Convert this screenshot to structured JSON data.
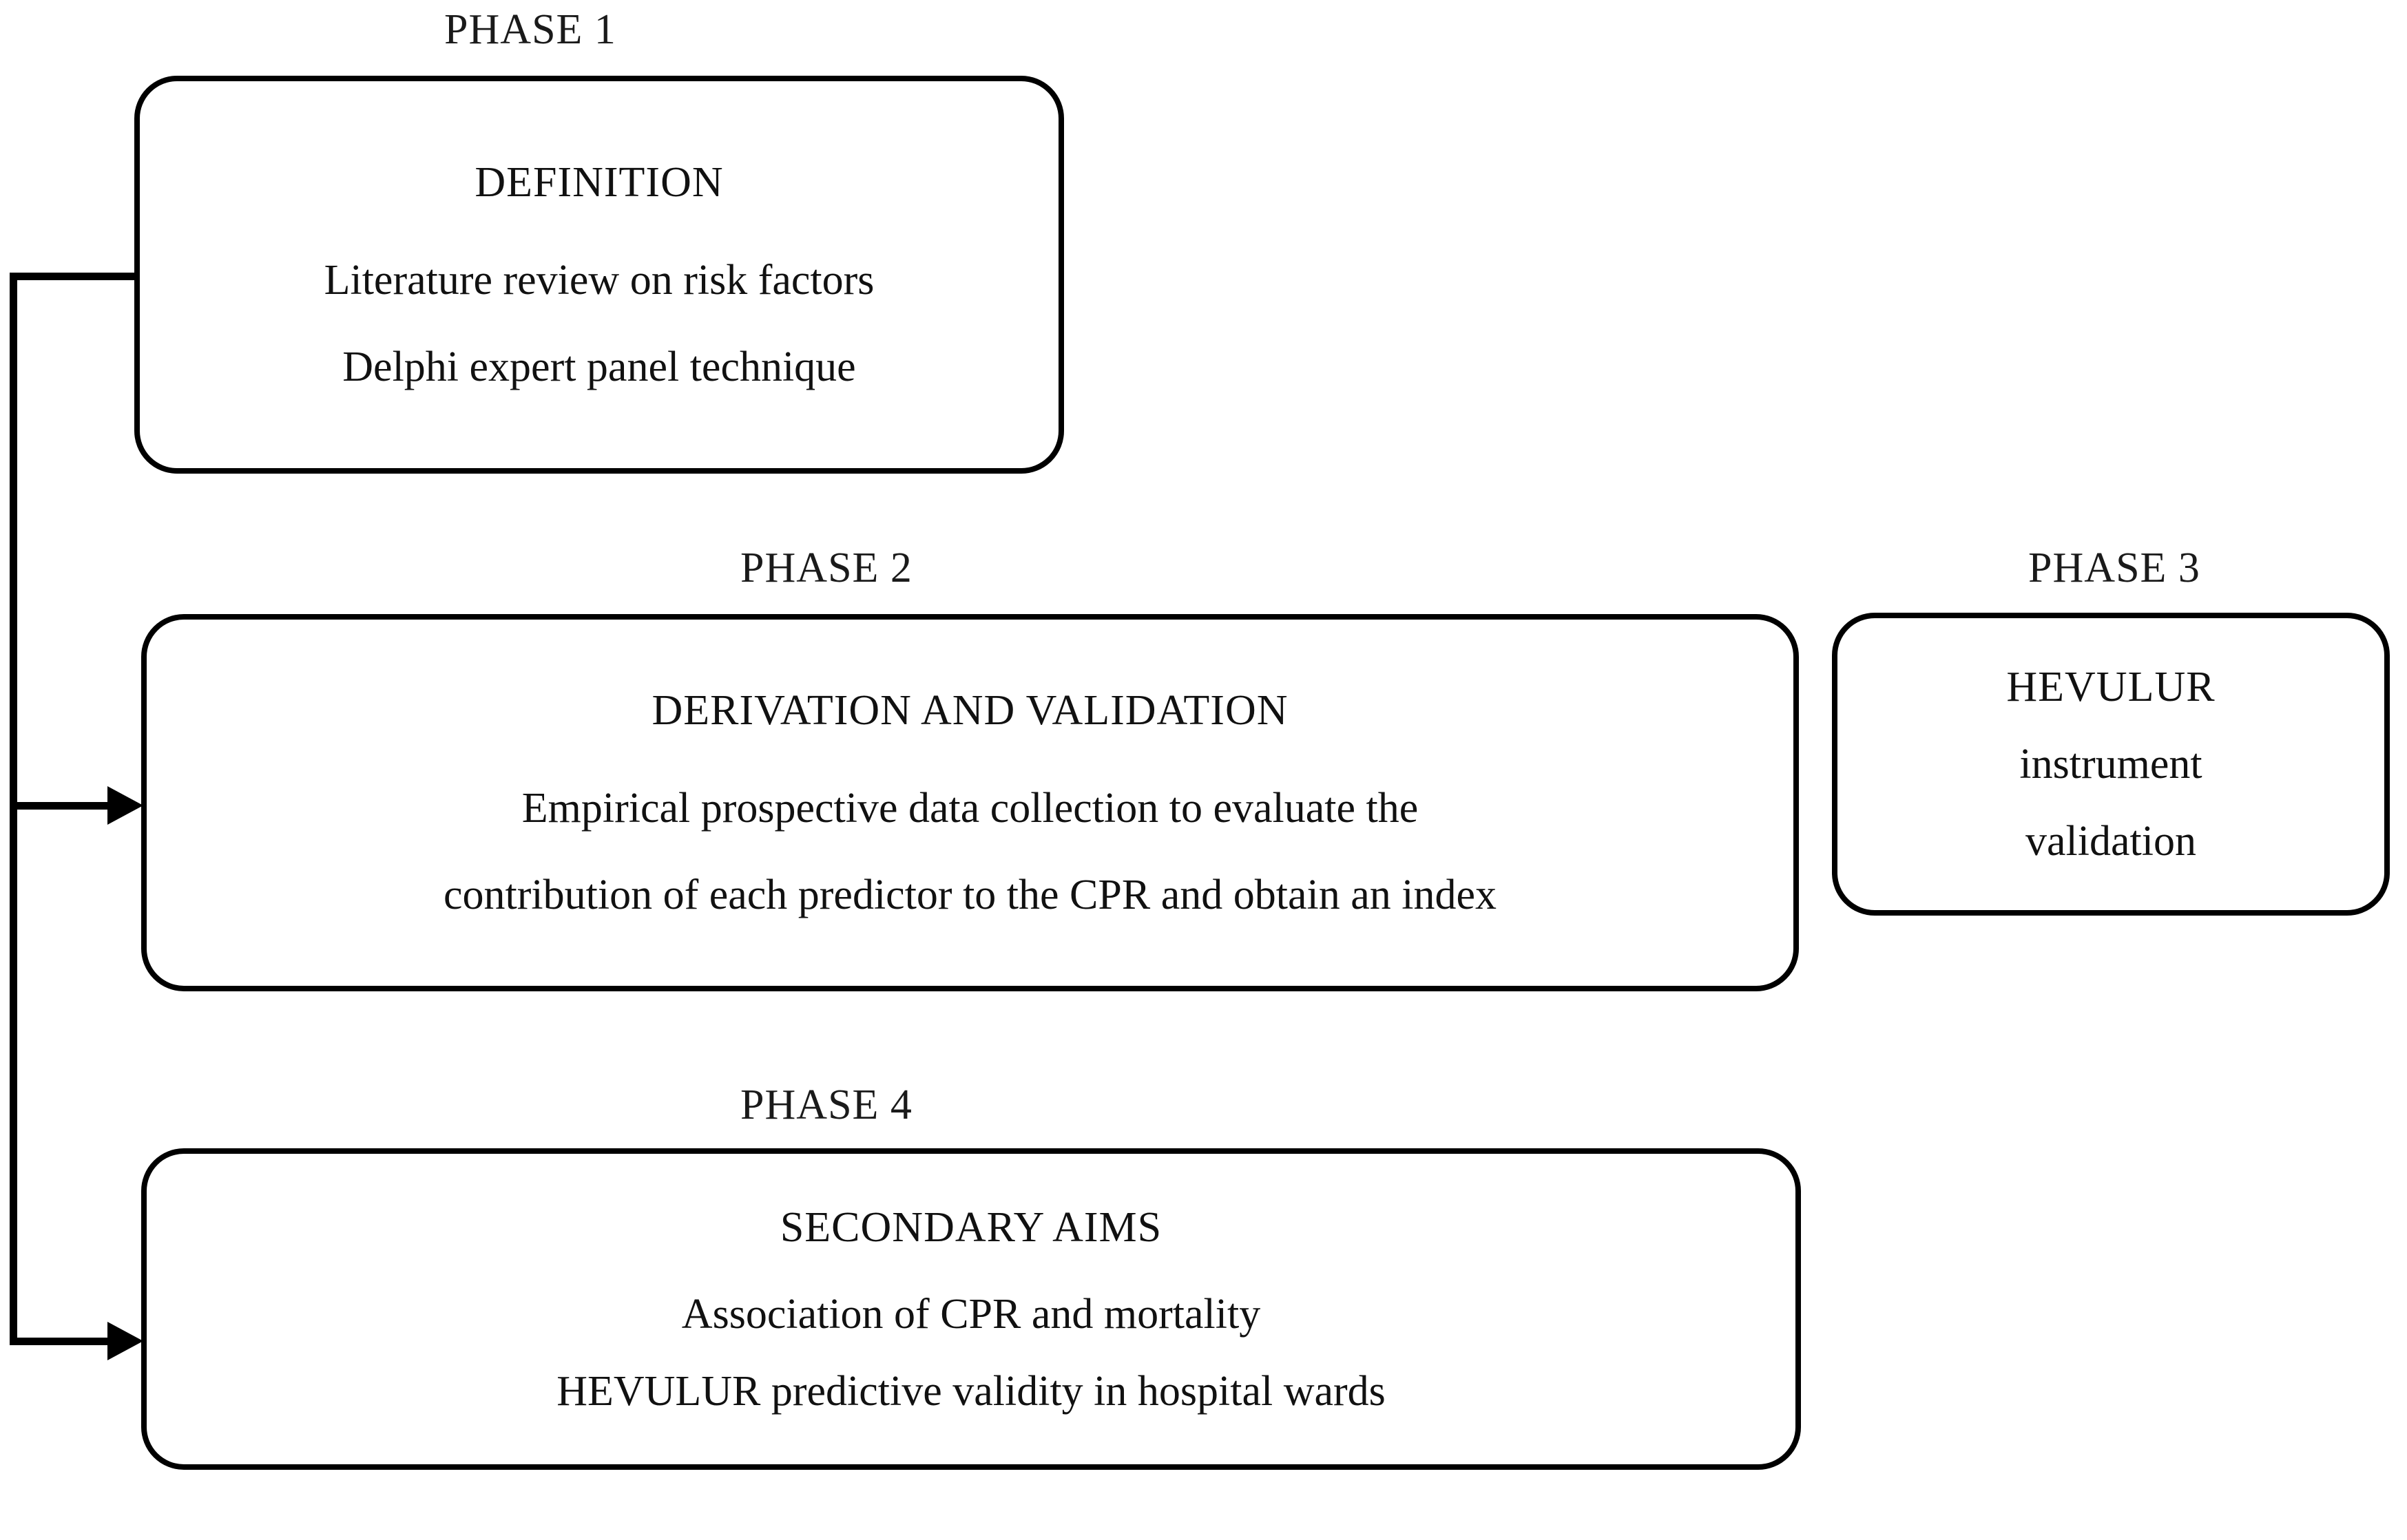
{
  "diagram": {
    "title": "Study phases flowchart",
    "line_color": "#000000",
    "text_color": "#111111",
    "background": "#ffffff"
  },
  "phases": [
    {
      "id": "phase-1",
      "label": "PHASE 1",
      "title": "DEFINITION",
      "lines": [
        "Literature  review  on risk factors",
        "Delphi expert panel technique"
      ]
    },
    {
      "id": "phase-2",
      "label": "PHASE 2",
      "title": "DERIVATION  AND VALIDATION",
      "lines": [
        "Empirical prospective  data collection to evaluate the",
        "contribution of each predictor to the CPR and obtain an index"
      ]
    },
    {
      "id": "phase-3",
      "label": "PHASE 3",
      "title": "HEVULUR",
      "lines": [
        "instrument",
        "validation"
      ]
    },
    {
      "id": "phase-4",
      "label": "PHASE 4",
      "title": "SECONDARY  AIMS",
      "lines": [
        "Association of CPR and mortality",
        "HEVULUR  predictive validity in hospital wards"
      ]
    }
  ],
  "connectors": [
    {
      "id": "branch-to-phase-1",
      "from": "spine",
      "to": "phase-1",
      "arrow": false
    },
    {
      "id": "branch-to-phase-2",
      "from": "spine",
      "to": "phase-2",
      "arrow": true
    },
    {
      "id": "branch-to-phase-4",
      "from": "spine",
      "to": "phase-4",
      "arrow": true
    }
  ]
}
